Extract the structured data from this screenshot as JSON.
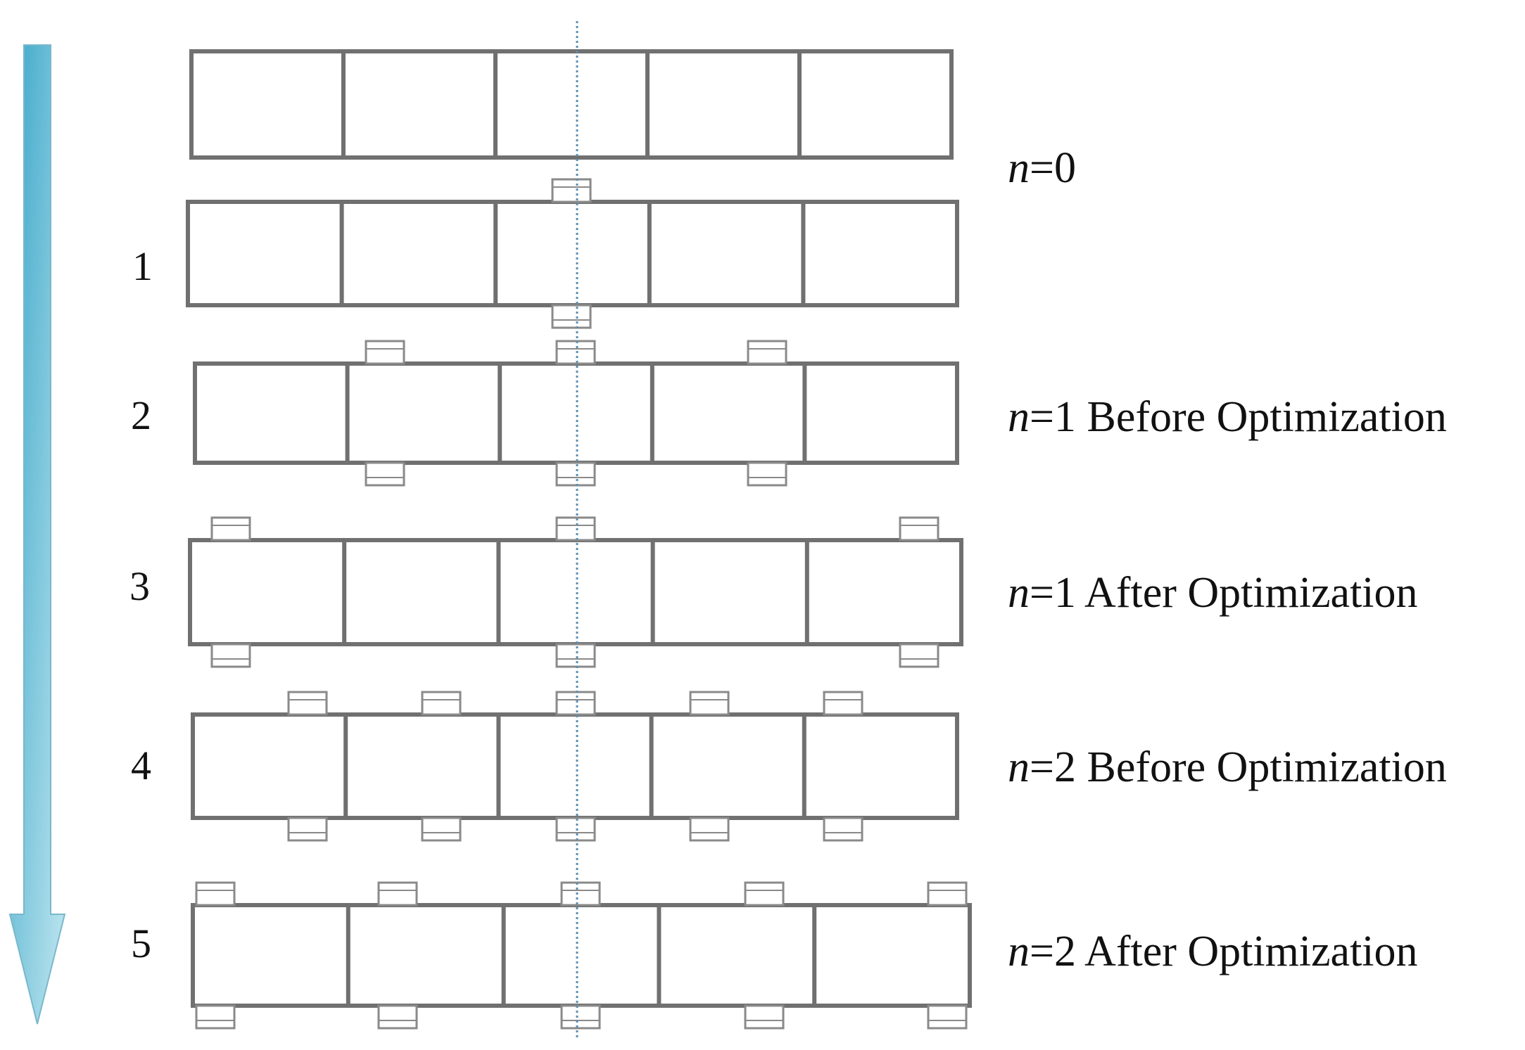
{
  "colors": {
    "box_stroke": "#707070",
    "tab_stroke": "#8a8a8a",
    "centerline": "#5a8fb0",
    "arrow_top": "#3aa6c9",
    "arrow_bottom": "#bfe6ef"
  },
  "steps": [
    "1",
    "2",
    "3",
    "4",
    "5"
  ],
  "labels": [
    {
      "var": "n",
      "text": "=0"
    },
    {
      "var": "n",
      "text": "=1 Before Optimization"
    },
    {
      "var": "n",
      "text": "=1 After Optimization"
    },
    {
      "var": "n",
      "text": "=2 Before Optimization"
    },
    {
      "var": "n",
      "text": "=2 After Optimization"
    }
  ]
}
